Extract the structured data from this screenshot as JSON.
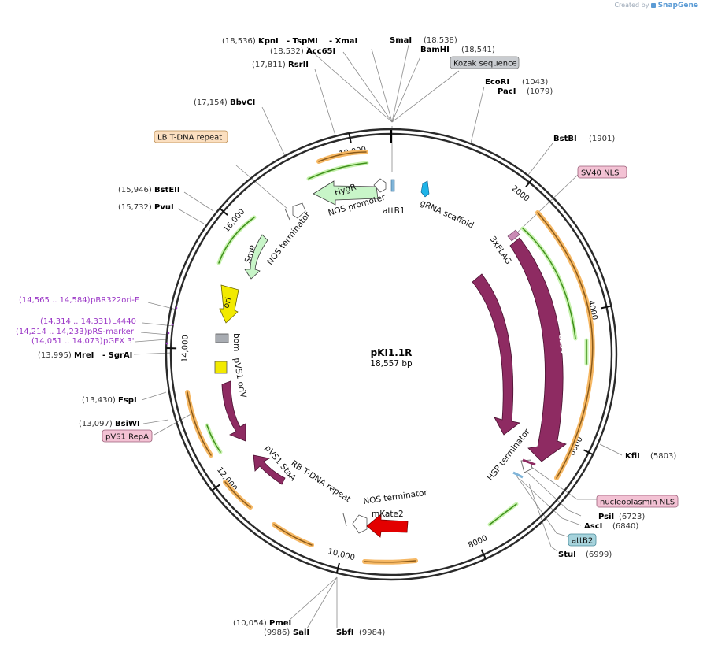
{
  "credit": {
    "prefix": "Created by",
    "brand": "SnapGene"
  },
  "plasmid": {
    "name": "pKI1.1R",
    "size_label": "18,557 bp",
    "total_bp": 18557
  },
  "colors": {
    "backbone": "#2a2a2a",
    "feature_green": "#3f8f1a",
    "feature_orange": "#f6b864",
    "cas9": "#8e2b62",
    "hyg": "#c8f5c8",
    "ori_yellow": "#f2ea00",
    "mkate": "#e30000",
    "primer_purple": "#9a36c6",
    "label_pink": "#f3c2d4",
    "label_orange": "#fbdfc0",
    "label_gray": "#c9ccd0",
    "label_blue": "#a6d3dc"
  },
  "ticks": [
    {
      "bp": 2000,
      "label": "2000"
    },
    {
      "bp": 4000,
      "label": "4000"
    },
    {
      "bp": 6000,
      "label": "6000"
    },
    {
      "bp": 8000,
      "label": "8000"
    },
    {
      "bp": 10000,
      "label": "10,000"
    },
    {
      "bp": 12000,
      "label": "12,000"
    },
    {
      "bp": 14000,
      "label": "14,000"
    },
    {
      "bp": 16000,
      "label": "16,000"
    },
    {
      "bp": 18000,
      "label": "18,000"
    }
  ],
  "sites": [
    {
      "id": "kpni",
      "name": "KpnI",
      "pos": "(18,536)"
    },
    {
      "id": "tspmi",
      "name": "- TspMI",
      "pos": ""
    },
    {
      "id": "xmai",
      "name": "- XmaI",
      "pos": ""
    },
    {
      "id": "acc65i",
      "name": "Acc65I",
      "pos": "(18,532)"
    },
    {
      "id": "smai",
      "name": "SmaI",
      "pos": "(18,538)"
    },
    {
      "id": "bamhi",
      "name": "BamHI",
      "pos": "(18,541)"
    },
    {
      "id": "rsrii",
      "name": "RsrII",
      "pos": "(17,811)"
    },
    {
      "id": "bbvci",
      "name": "BbvCI",
      "pos": "(17,154)"
    },
    {
      "id": "ecori",
      "name": "EcoRI",
      "pos": "(1043)"
    },
    {
      "id": "paci",
      "name": "PacI",
      "pos": "(1079)"
    },
    {
      "id": "bstbi",
      "name": "BstBI",
      "pos": "(1901)"
    },
    {
      "id": "bsteii",
      "name": "BstEII",
      "pos": "(15,946)"
    },
    {
      "id": "pvui",
      "name": "PvuI",
      "pos": "(15,732)"
    },
    {
      "id": "mrei",
      "name": "MreI",
      "pos": "(13,995)"
    },
    {
      "id": "sgrai",
      "name": "- SgrAI",
      "pos": ""
    },
    {
      "id": "fspi",
      "name": "FspI",
      "pos": "(13,430)"
    },
    {
      "id": "bsiwi",
      "name": "BsiWI",
      "pos": "(13,097)"
    },
    {
      "id": "kfli",
      "name": "KflI",
      "pos": "(5803)"
    },
    {
      "id": "psii",
      "name": "PsiI",
      "pos": "(6723)"
    },
    {
      "id": "asci",
      "name": "AscI",
      "pos": "(6840)"
    },
    {
      "id": "stui",
      "name": "StuI",
      "pos": "(6999)"
    },
    {
      "id": "pmei",
      "name": "PmeI",
      "pos": "(10,054)"
    },
    {
      "id": "sali",
      "name": "SalI",
      "pos": "(9986)"
    },
    {
      "id": "sbfi",
      "name": "SbfI",
      "pos": "(9984)"
    }
  ],
  "boxed_labels": [
    {
      "id": "kozak",
      "text": "Kozak sequence",
      "style": "gray"
    },
    {
      "id": "lb",
      "text": "LB T-DNA repeat",
      "style": "orange"
    },
    {
      "id": "sv40",
      "text": "SV40 NLS",
      "style": "pink"
    },
    {
      "id": "pvs1repa",
      "text": "pVS1 RepA",
      "style": "pink"
    },
    {
      "id": "nucleo",
      "text": "nucleoplasmin NLS",
      "style": "pink"
    },
    {
      "id": "attb2",
      "text": "attB2",
      "style": "blue"
    }
  ],
  "primers": [
    {
      "id": "pbr",
      "range": "(14,565 .. 14,584)",
      "name": "pBR322ori-F"
    },
    {
      "id": "l4440",
      "range": "(14,314 .. 14,331)",
      "name": "L4440"
    },
    {
      "id": "prs",
      "range": "(14,214 .. 14,233)",
      "name": "pRS-marker"
    },
    {
      "id": "pgex",
      "range": "(14,051 .. 14,073)",
      "name": "pGEX 3'"
    }
  ],
  "features": [
    {
      "id": "hygr",
      "label": "HygR"
    },
    {
      "id": "nos-promoter",
      "label": "NOS promoter"
    },
    {
      "id": "attb1",
      "label": "attB1"
    },
    {
      "id": "grna",
      "label": "gRNA scaffold"
    },
    {
      "id": "nos-term-1",
      "label": "NOS terminator"
    },
    {
      "id": "smr",
      "label": "SmR"
    },
    {
      "id": "ori",
      "label": "ori"
    },
    {
      "id": "bom",
      "label": "bom"
    },
    {
      "id": "pvs1-oriv",
      "label": "pVS1 oriV"
    },
    {
      "id": "pvs1-staa",
      "label": "pVS1 StaA"
    },
    {
      "id": "rb",
      "label": "RB T-DNA repeat"
    },
    {
      "id": "nos-term-2",
      "label": "NOS terminator"
    },
    {
      "id": "mkate2",
      "label": "mKate2"
    },
    {
      "id": "3xflag",
      "label": "3xFLAG"
    },
    {
      "id": "cas9-in",
      "label": "Cas9"
    },
    {
      "id": "cas9-out",
      "label": "Cas9"
    },
    {
      "id": "hsp",
      "label": "HSP terminator"
    }
  ]
}
